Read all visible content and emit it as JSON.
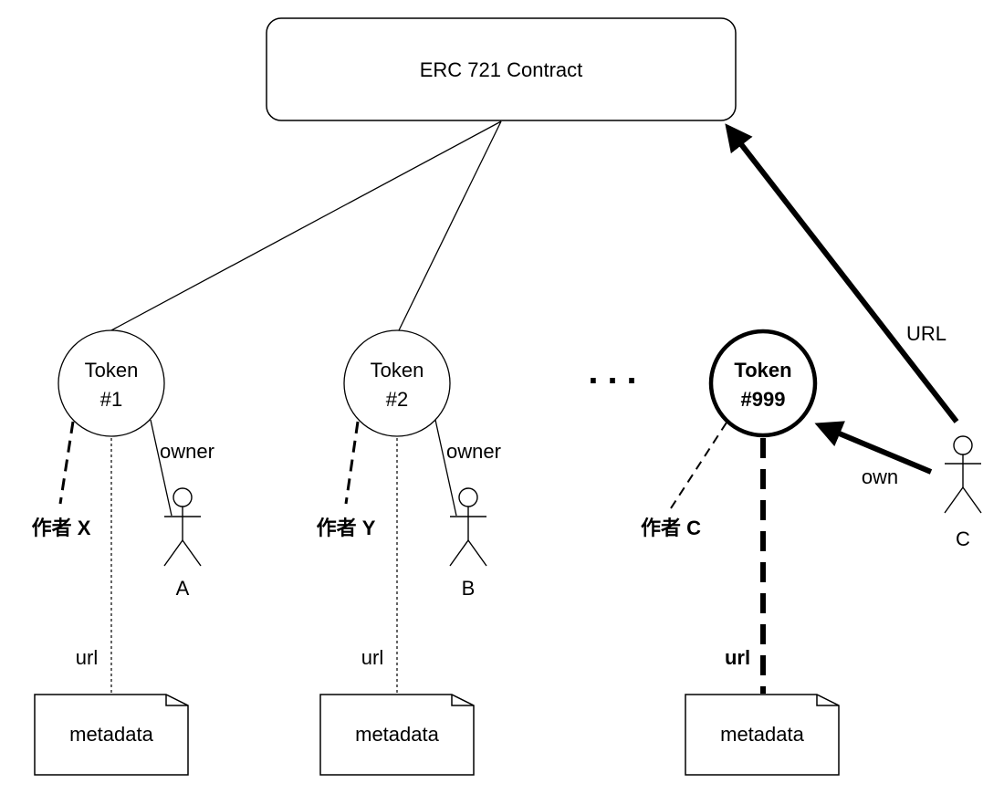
{
  "contract": {
    "label": "ERC 721 Contract"
  },
  "tokens": [
    {
      "line1": "Token",
      "line2": "#1",
      "author_label": "作者 X",
      "owner_label": "owner",
      "owner_name": "A",
      "url_label": "url",
      "metadata_label": "metadata"
    },
    {
      "line1": "Token",
      "line2": "#2",
      "author_label": "作者 Y",
      "owner_label": "owner",
      "owner_name": "B",
      "url_label": "url",
      "metadata_label": "metadata"
    },
    {
      "line1": "Token",
      "line2": "#999",
      "author_label": "作者 C",
      "url_label": "url",
      "metadata_label": "metadata"
    }
  ],
  "ellipsis": "...",
  "user_c": {
    "name": "C",
    "own_label": "own",
    "url_label": "URL"
  },
  "colors": {
    "stroke": "#000000",
    "background": "#ffffff"
  }
}
